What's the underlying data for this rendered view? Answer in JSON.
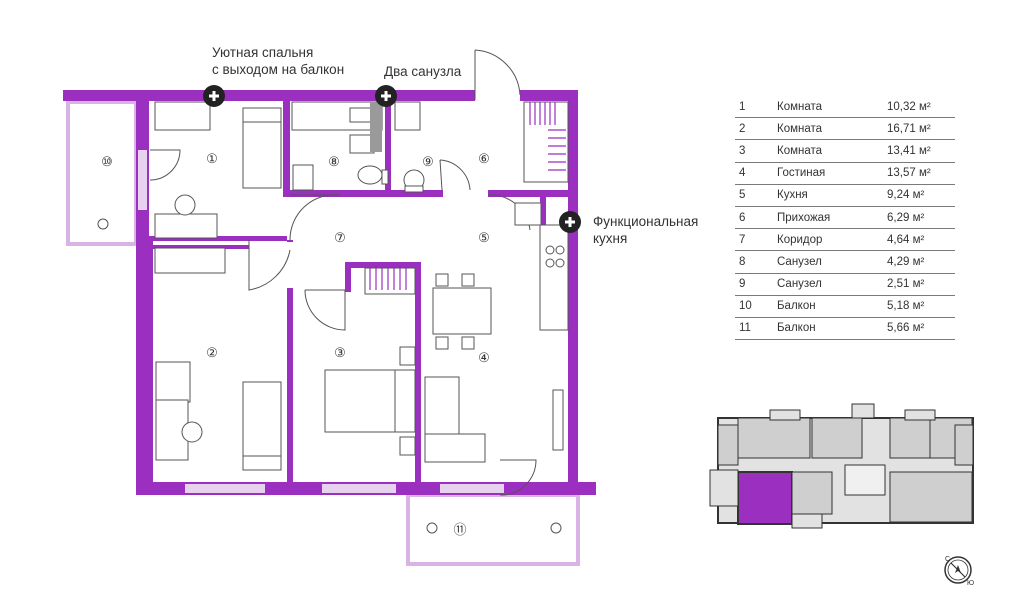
{
  "callouts": {
    "bedroom_balcony": [
      "Уютная спальня",
      "с выходом на балкон"
    ],
    "two_bathrooms": "Два санузла",
    "functional_kitchen": [
      "Функциональная",
      "кухня"
    ]
  },
  "room_labels": [
    "①",
    "②",
    "③",
    "④",
    "⑤",
    "⑥",
    "⑦",
    "⑧",
    "⑨",
    "⑩",
    "⑪"
  ],
  "rooms": [
    {
      "num": "1",
      "name": "Комната",
      "area": "10,32 м²"
    },
    {
      "num": "2",
      "name": "Комната",
      "area": "16,71 м²"
    },
    {
      "num": "3",
      "name": "Комната",
      "area": "13,41 м²"
    },
    {
      "num": "4",
      "name": "Гостиная",
      "area": "13,57 м²"
    },
    {
      "num": "5",
      "name": "Кухня",
      "area": "9,24 м²"
    },
    {
      "num": "6",
      "name": "Прихожая",
      "area": "6,29 м²"
    },
    {
      "num": "7",
      "name": "Коридор",
      "area": "4,64 м²"
    },
    {
      "num": "8",
      "name": "Санузел",
      "area": "4,29 м²"
    },
    {
      "num": "9",
      "name": "Санузел",
      "area": "2,51 м²"
    },
    {
      "num": "10",
      "name": "Балкон",
      "area": "5,18 м²"
    },
    {
      "num": "11",
      "name": "Балкон",
      "area": "5,66 м²"
    }
  ],
  "compass": {
    "north": "С",
    "south": "Ю"
  },
  "colors": {
    "wall": "#9b2fbf",
    "balcony": "#d9b3e6",
    "window": "#c9a6e0",
    "highlight": "#9b2fbf"
  }
}
